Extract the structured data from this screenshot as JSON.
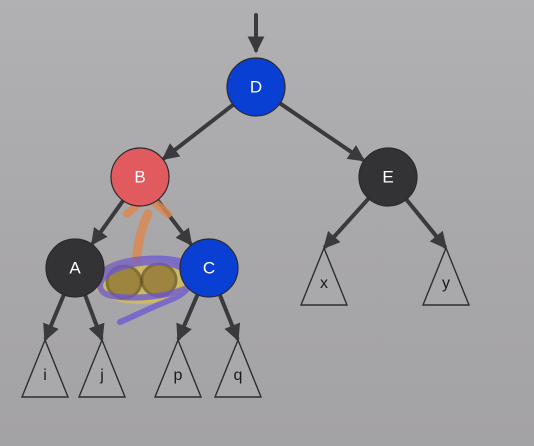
{
  "nodes": [
    {
      "id": "D",
      "label": "D",
      "color": "#0a3fd3"
    },
    {
      "id": "B",
      "label": "B",
      "color": "#e05a5e"
    },
    {
      "id": "E",
      "label": "E",
      "color": "#333235"
    },
    {
      "id": "A",
      "label": "A",
      "color": "#333235"
    },
    {
      "id": "C",
      "label": "C",
      "color": "#0a3fd3"
    }
  ],
  "leaves": [
    {
      "id": "x",
      "label": "x"
    },
    {
      "id": "y",
      "label": "y"
    },
    {
      "id": "i",
      "label": "i"
    },
    {
      "id": "j",
      "label": "j"
    },
    {
      "id": "p",
      "label": "p"
    },
    {
      "id": "q",
      "label": "q"
    }
  ],
  "edges": [
    [
      "D",
      "B"
    ],
    [
      "D",
      "E"
    ],
    [
      "B",
      "A"
    ],
    [
      "B",
      "C"
    ],
    [
      "E",
      "x"
    ],
    [
      "E",
      "y"
    ],
    [
      "A",
      "i"
    ],
    [
      "A",
      "j"
    ],
    [
      "C",
      "p"
    ],
    [
      "C",
      "q"
    ]
  ],
  "colors": {
    "background": "#a9a8aa",
    "edge": "#3a393c",
    "annotation_orange": "#d98a55",
    "annotation_yellow": "#f2d21a",
    "annotation_purple": "#6b55d6"
  }
}
